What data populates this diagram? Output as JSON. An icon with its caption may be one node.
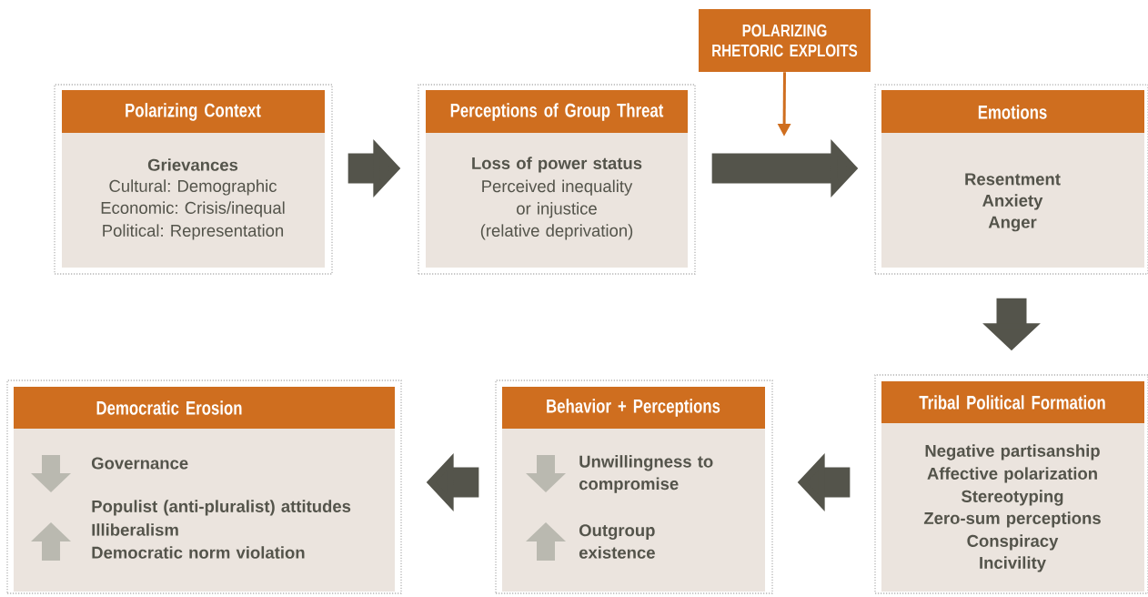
{
  "diagram": {
    "nodes": [
      {
        "text": [
          "Polarizing Context",
          "Grievances",
          "Cultural: Demographic",
          "Economic: Crisis/inequal",
          "Political: Representation"
        ]
      },
      {
        "text": [
          "Perceptions of Group Threat",
          "Loss of power status",
          "Perceived inequality or injustice",
          "(relative deprivation)"
        ]
      },
      {
        "text": [
          "POLARIZING RHETORIC EXPLOITS"
        ]
      },
      {
        "text": [
          "Emotions",
          "Resentment",
          "Anxiety",
          "Anger"
        ]
      },
      {
        "text": [
          "Tribal Political Formation",
          "Negative partisanship",
          "Affective polarization",
          "Stereotyping",
          "Zero-sum perceptions",
          "Conspiracy",
          "Incivility"
        ]
      },
      {
        "text": [
          "Behavior + Perceptions",
          "Unwillingness to compromise",
          "Outgroup existence"
        ]
      },
      {
        "text": [
          "Democratic Erosion",
          "Governance",
          "Populist (anti-pluralist) attitudes",
          "Illiberalism",
          "Democratic norm violation"
        ]
      }
    ],
    "edges": [
      {
        "from": 0,
        "to": 1,
        "arrow": "to"
      },
      {
        "from": 1,
        "to": 3,
        "arrow": "to"
      },
      {
        "from": 2,
        "to": null,
        "arrow": "to",
        "color": "#cf6e1f"
      },
      {
        "from": 3,
        "to": 4,
        "arrow": "to"
      },
      {
        "from": 4,
        "to": 5,
        "arrow": "to"
      },
      {
        "from": 5,
        "to": 6,
        "arrow": "to"
      }
    ]
  }
}
